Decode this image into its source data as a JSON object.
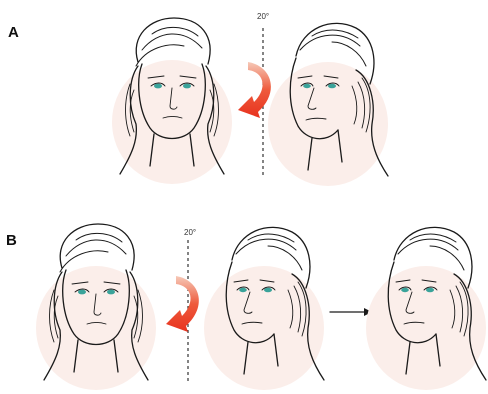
{
  "panels": [
    {
      "label": "A",
      "angle_label": "20°"
    },
    {
      "label": "B",
      "angle_label": "20°"
    }
  ],
  "colors": {
    "arrow": "#e8321e",
    "eyes": "#3aa39a",
    "skin_tint": "#fbeeea",
    "line": "#1a1a1a"
  }
}
